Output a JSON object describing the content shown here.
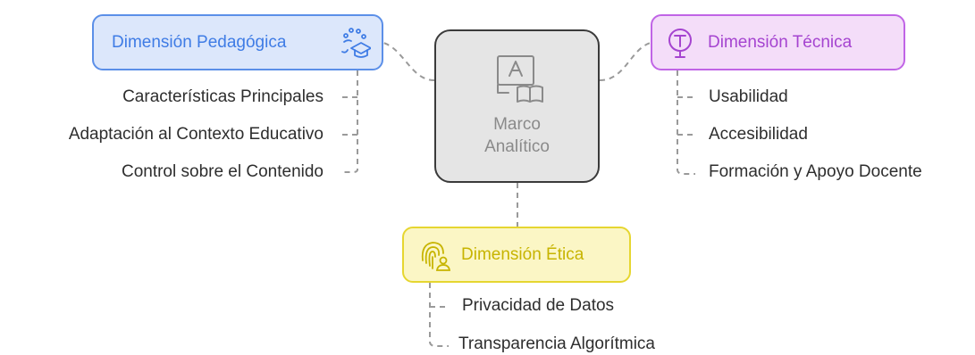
{
  "center": {
    "title_line1": "Marco",
    "title_line2": "Analítico",
    "icon": "translation-book-icon"
  },
  "pedagogica": {
    "title": "Dimensión Pedagógica",
    "icon": "graduation-cap-icon",
    "items": [
      "Características Principales",
      "Adaptación al Contexto Educativo",
      "Control sobre el Contenido"
    ]
  },
  "tecnica": {
    "title": "Dimensión Técnica",
    "icon": "magnifier-text-icon",
    "items": [
      "Usabilidad",
      "Accesibilidad",
      "Formación y Apoyo Docente"
    ]
  },
  "etica": {
    "title": "Dimensión Ética",
    "icon": "fingerprint-user-icon",
    "items": [
      "Privacidad de Datos",
      "Transparencia Algorítmica"
    ]
  },
  "colors": {
    "pedagogica_fill": "#dce7fb",
    "pedagogica_stroke": "#5b8fe8",
    "tecnica_fill": "#f4ddf9",
    "tecnica_stroke": "#c064e6",
    "etica_fill": "#fbf6c5",
    "etica_stroke": "#e6d630",
    "center_fill": "#e5e5e5",
    "center_stroke": "#3a3a3a",
    "connector": "#9a9a9a"
  }
}
